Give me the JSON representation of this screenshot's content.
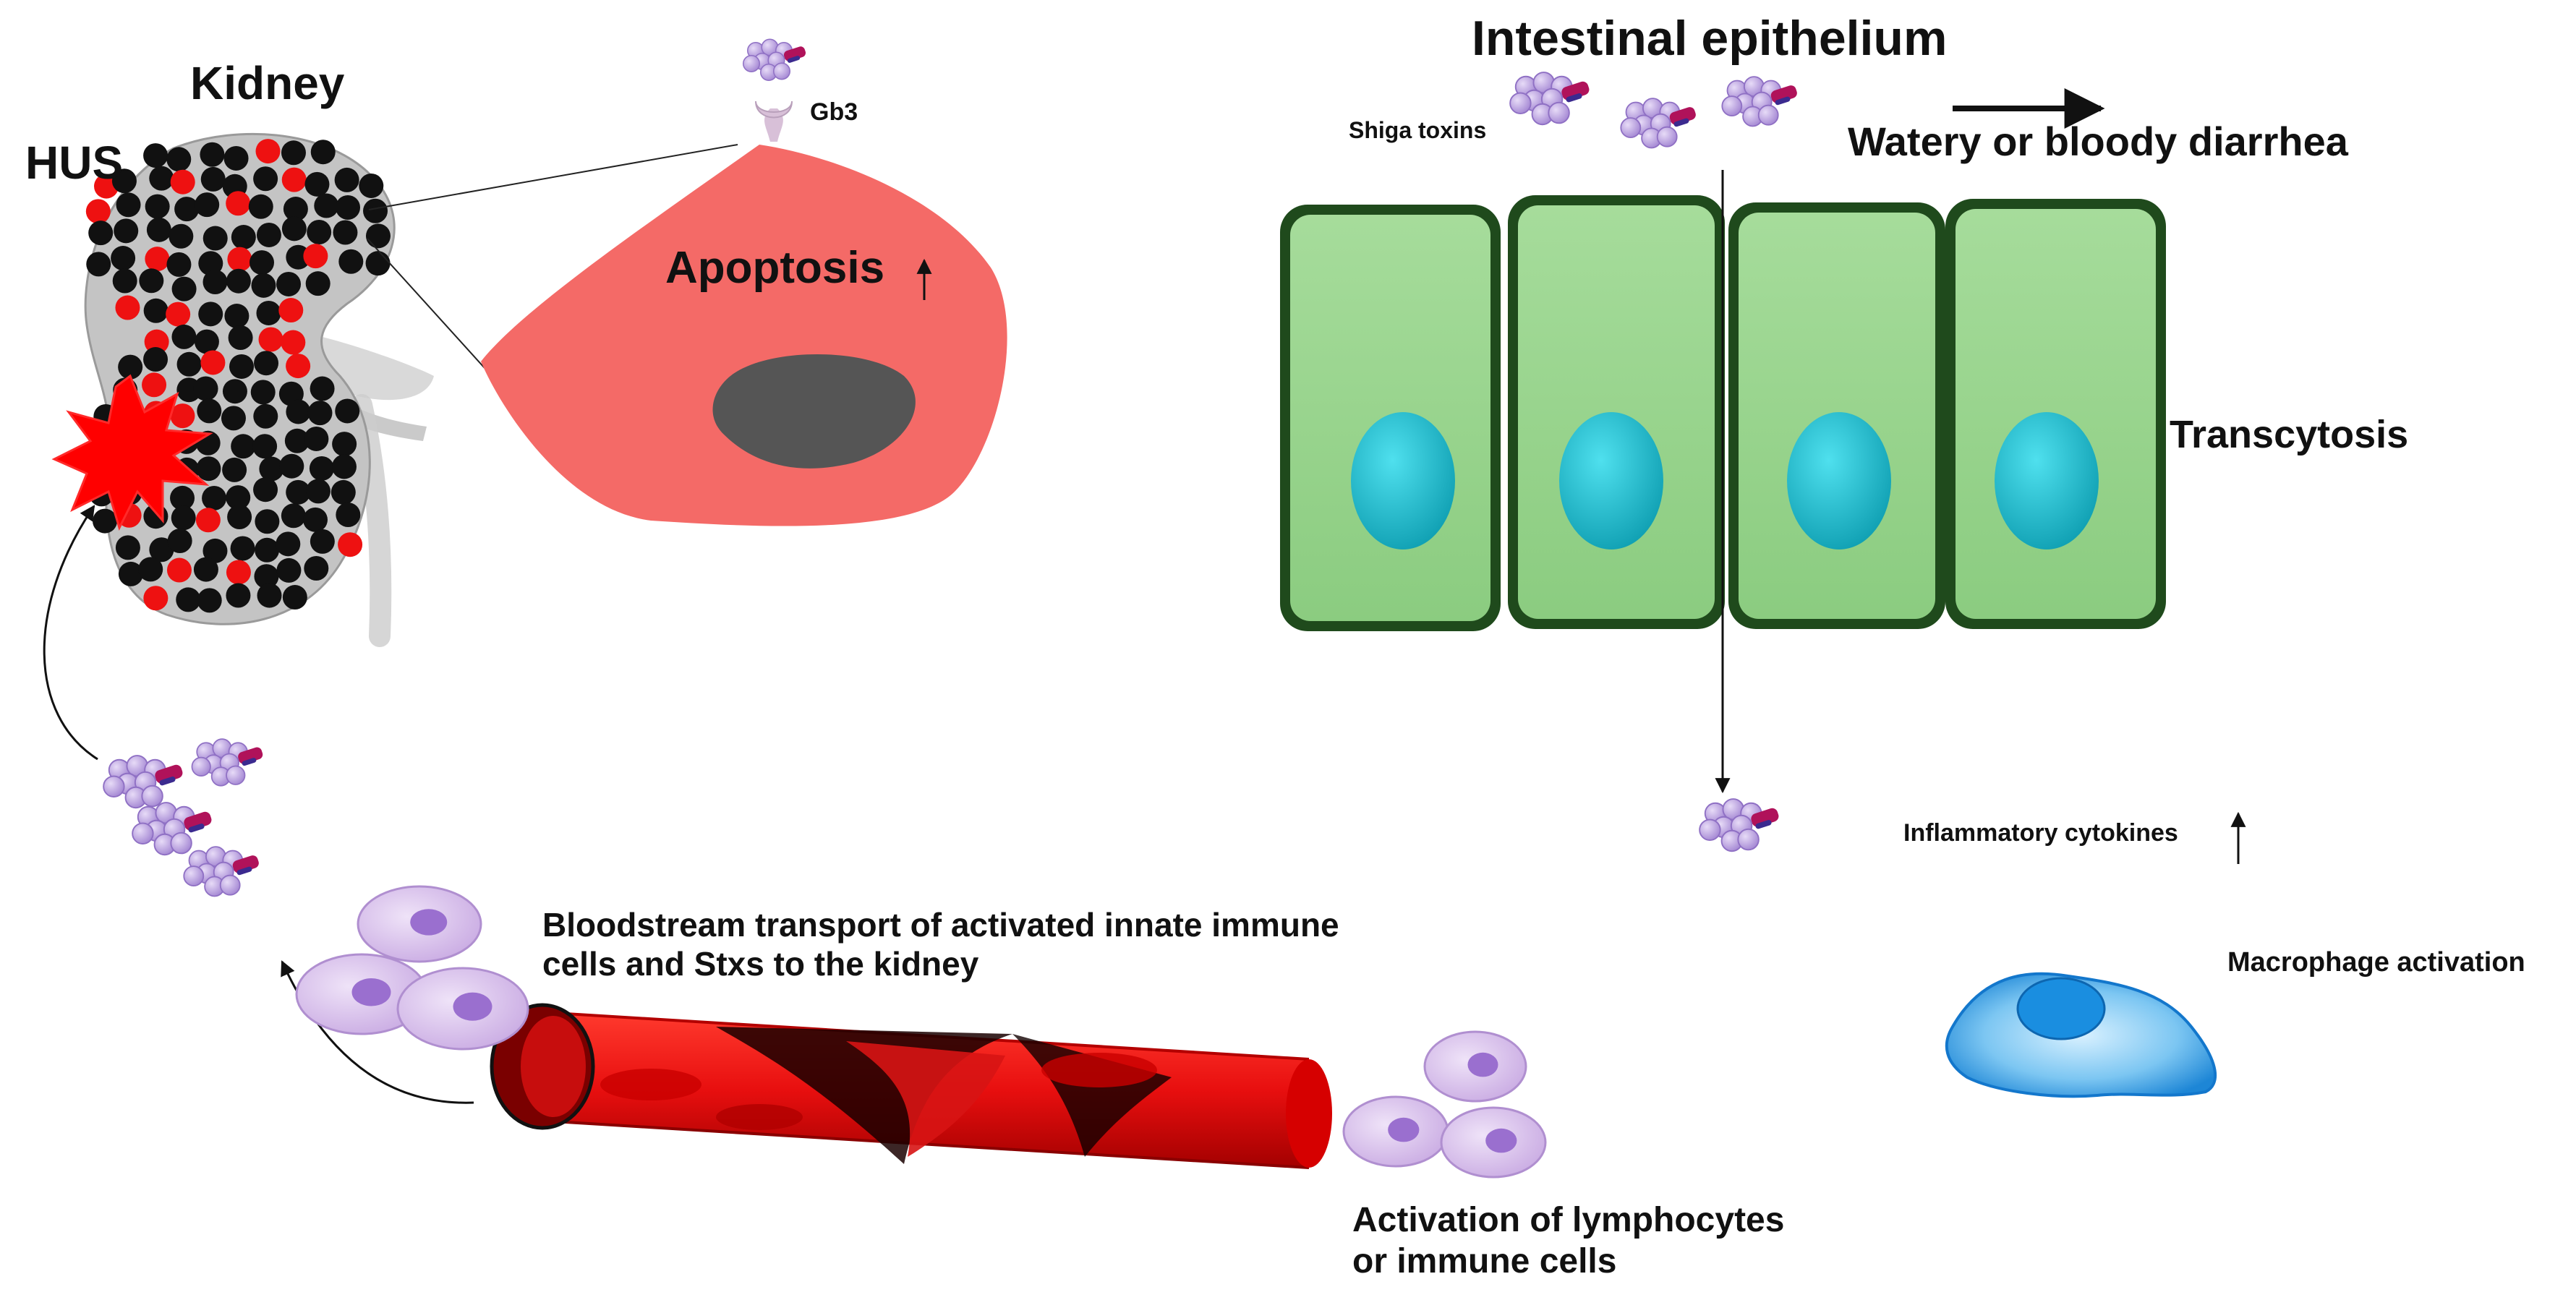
{
  "labels": {
    "kidney": "Kidney",
    "hus": "HUS",
    "gb3": "Gb3",
    "apoptosis": "Apoptosis",
    "intestinal_epithelium": "Intestinal epithelium",
    "shiga_toxins": "Shiga toxins",
    "watery_diarrhea": "Watery or bloody diarrhea",
    "transcytosis": "Transcytosis",
    "inflammatory_cytokines": "Inflammatory cytokines",
    "macrophage_activation": "Macrophage activation",
    "bloodstream_transport": "Bloodstream transport of activated innate immune\ncells and Stxs to the kidney",
    "lymphocyte_activation": "Activation of lymphocytes\nor immune cells"
  },
  "colors": {
    "epithelial_cell_fill": "#96d28c",
    "epithelial_cell_border": "#1f4a1c",
    "nucleus": "#19b4c6",
    "apoptotic_cell": "#f46a67",
    "apoptotic_nucleus": "#555555",
    "toxin_subunit": "#b59bdc",
    "toxin_a_subunit": "#b0125a",
    "immune_cell": "#d6bdea",
    "vessel": "#ee1111",
    "kidney_dot": "#111111",
    "kidney_red_dot": "#ee1111",
    "macrophage": "#3fa7e8"
  },
  "icons": [
    "kidney-icon",
    "shiga-toxin-icon",
    "blood-vessel-icon",
    "immune-cell-icon",
    "macrophage-icon",
    "gb3-receptor-icon",
    "explosion-icon"
  ]
}
